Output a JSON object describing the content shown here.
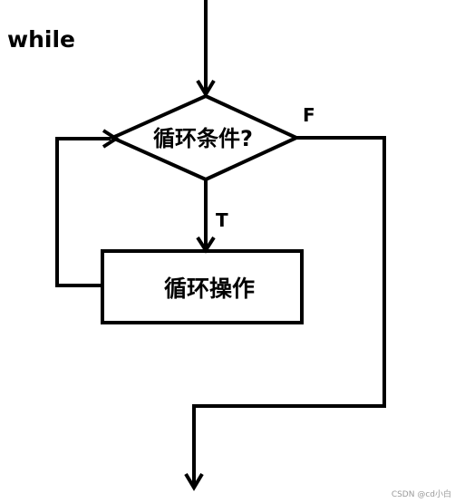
{
  "diagram": {
    "title": "while",
    "decision_label": "循环条件?",
    "process_label": "循环操作",
    "true_label": "T",
    "false_label": "F"
  },
  "watermark": "CSDN @cd小白",
  "colors": {
    "line": "#000000",
    "background": "#ffffff",
    "watermark": "#9a9a9a"
  }
}
